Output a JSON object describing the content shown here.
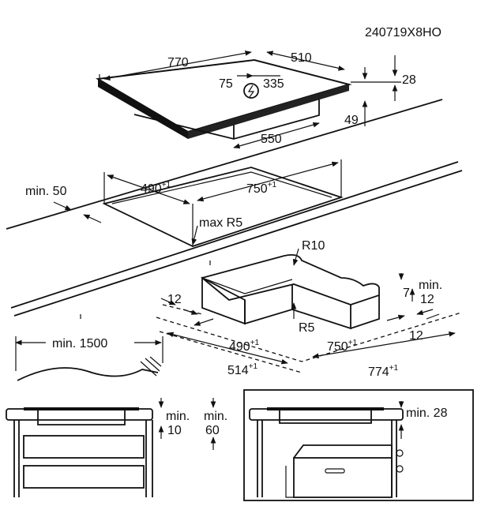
{
  "code": "240719X8HO",
  "hob": {
    "width": "770",
    "depth": "510",
    "height": "28",
    "cable_offset": "75",
    "cable_distance": "335",
    "box_depth": "49",
    "box_width": "550"
  },
  "cutout": {
    "min_edge": "min. 50",
    "depth": "490",
    "depth_tol": "+1",
    "width": "750",
    "width_tol": "+1",
    "radius": "max R5"
  },
  "corner": {
    "radius_outer": "R10",
    "radius_inner": "R5",
    "min_label": "min.",
    "min_value": "7",
    "step_left": "12",
    "step_right_a": "12",
    "step_right_b": "12",
    "depth": "490",
    "depth_tol": "+1",
    "width": "750",
    "width_tol": "+1",
    "outer_depth": "514",
    "outer_depth_tol": "+1",
    "outer_width": "774",
    "outer_width_tol": "+1"
  },
  "cable": {
    "length": "min. 1500"
  },
  "install_left": {
    "gap1_label": "min.",
    "gap1_value": "10",
    "gap2_label": "min.",
    "gap2_value": "60"
  },
  "install_right": {
    "gap_label": "min. 28"
  }
}
